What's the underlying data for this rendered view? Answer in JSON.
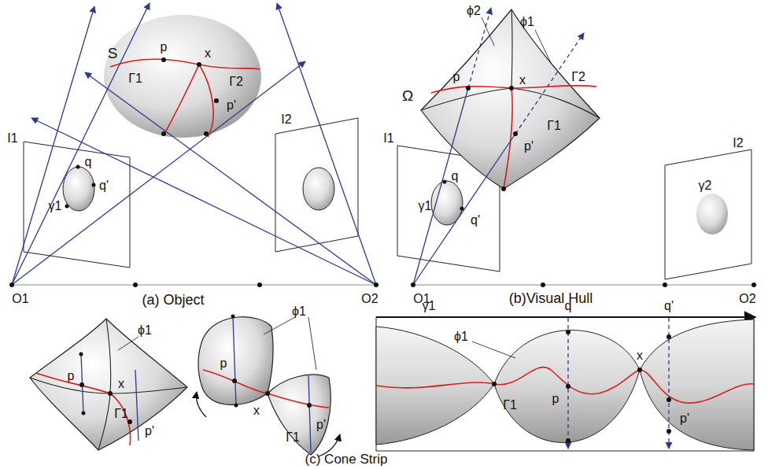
{
  "diagram": {
    "caption": "(c) Cone Strip",
    "labels": [
      "S",
      "p",
      "x",
      "Γ1",
      "Γ2",
      "p'",
      "I1",
      "q",
      "q'",
      "γ1",
      "I2",
      "O1",
      "O2",
      "(a) Object",
      "ϕ2",
      "ϕ1",
      "Ω",
      "p",
      "x",
      "Γ2",
      "Γ1",
      "p'",
      "I1",
      "q",
      "q'",
      "γ1",
      "I2",
      "γ2",
      "O1",
      "O2",
      "(b)Visual Hull",
      "ϕ1",
      "p",
      "x",
      "Γ1",
      "p'",
      "ϕ1",
      "p",
      "x",
      "p'",
      "Γ1",
      "γ1",
      "q",
      "q'",
      "ϕ1",
      "Γ1",
      "p",
      "x",
      "p'"
    ]
  }
}
